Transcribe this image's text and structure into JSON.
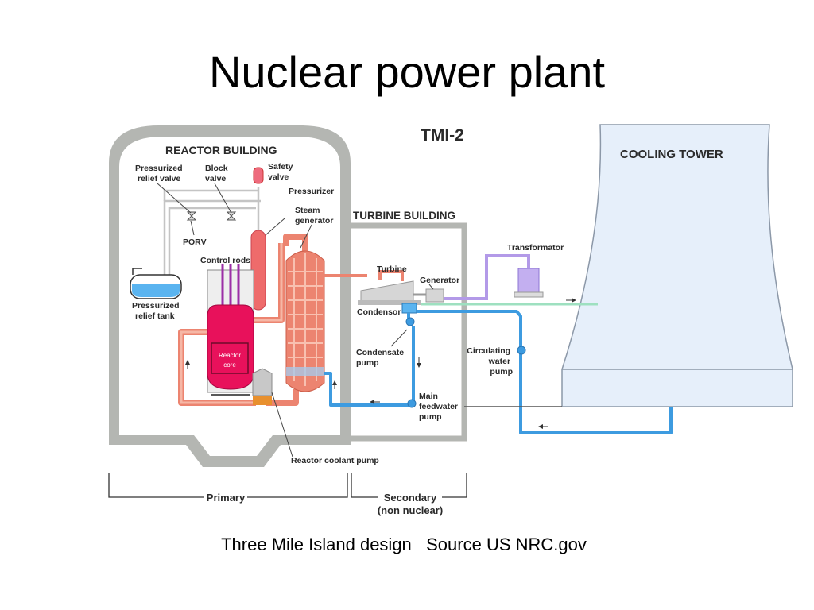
{
  "title": "Nuclear power plant",
  "caption": "Three Mile Island design   Source US NRC.gov",
  "diagram": {
    "heading": "TMI-2",
    "buildings": {
      "reactor": "REACTOR BUILDING",
      "turbine": "TURBINE BUILDING",
      "cooling": "COOLING TOWER"
    },
    "labels": {
      "prv": [
        "Pressurized",
        "relief valve"
      ],
      "block": [
        "Block",
        "valve"
      ],
      "safety": [
        "Safety",
        "valve"
      ],
      "pressurizer": "Pressurizer",
      "steam_gen": [
        "Steam",
        "generator"
      ],
      "porv": "PORV",
      "control_rods": "Control rods",
      "relief_tank": [
        "Pressurized",
        "relief tank"
      ],
      "core": [
        "Reactor",
        "core"
      ],
      "turbine": "Turbine",
      "generator": "Generator",
      "transformator": "Transformator",
      "condensor": "Condensor",
      "cond_pump": [
        "Condensate",
        "pump"
      ],
      "circ_pump": [
        "Circulating",
        "water",
        "pump"
      ],
      "feed_pump": [
        "Main",
        "feedwater",
        "pump"
      ],
      "rcp": "Reactor coolant pump"
    },
    "brackets": {
      "primary": "Primary",
      "secondary": [
        "Secondary",
        "(non nuclear)"
      ]
    }
  },
  "colors": {
    "building_wall": "#b4b6b2",
    "primary_loop": "#ec8470",
    "reactor_vessel": "#e8115b",
    "secondary_loop": "#3d9be0",
    "cooling_tower": "#e6effa",
    "transformer": "#b39ae8"
  }
}
